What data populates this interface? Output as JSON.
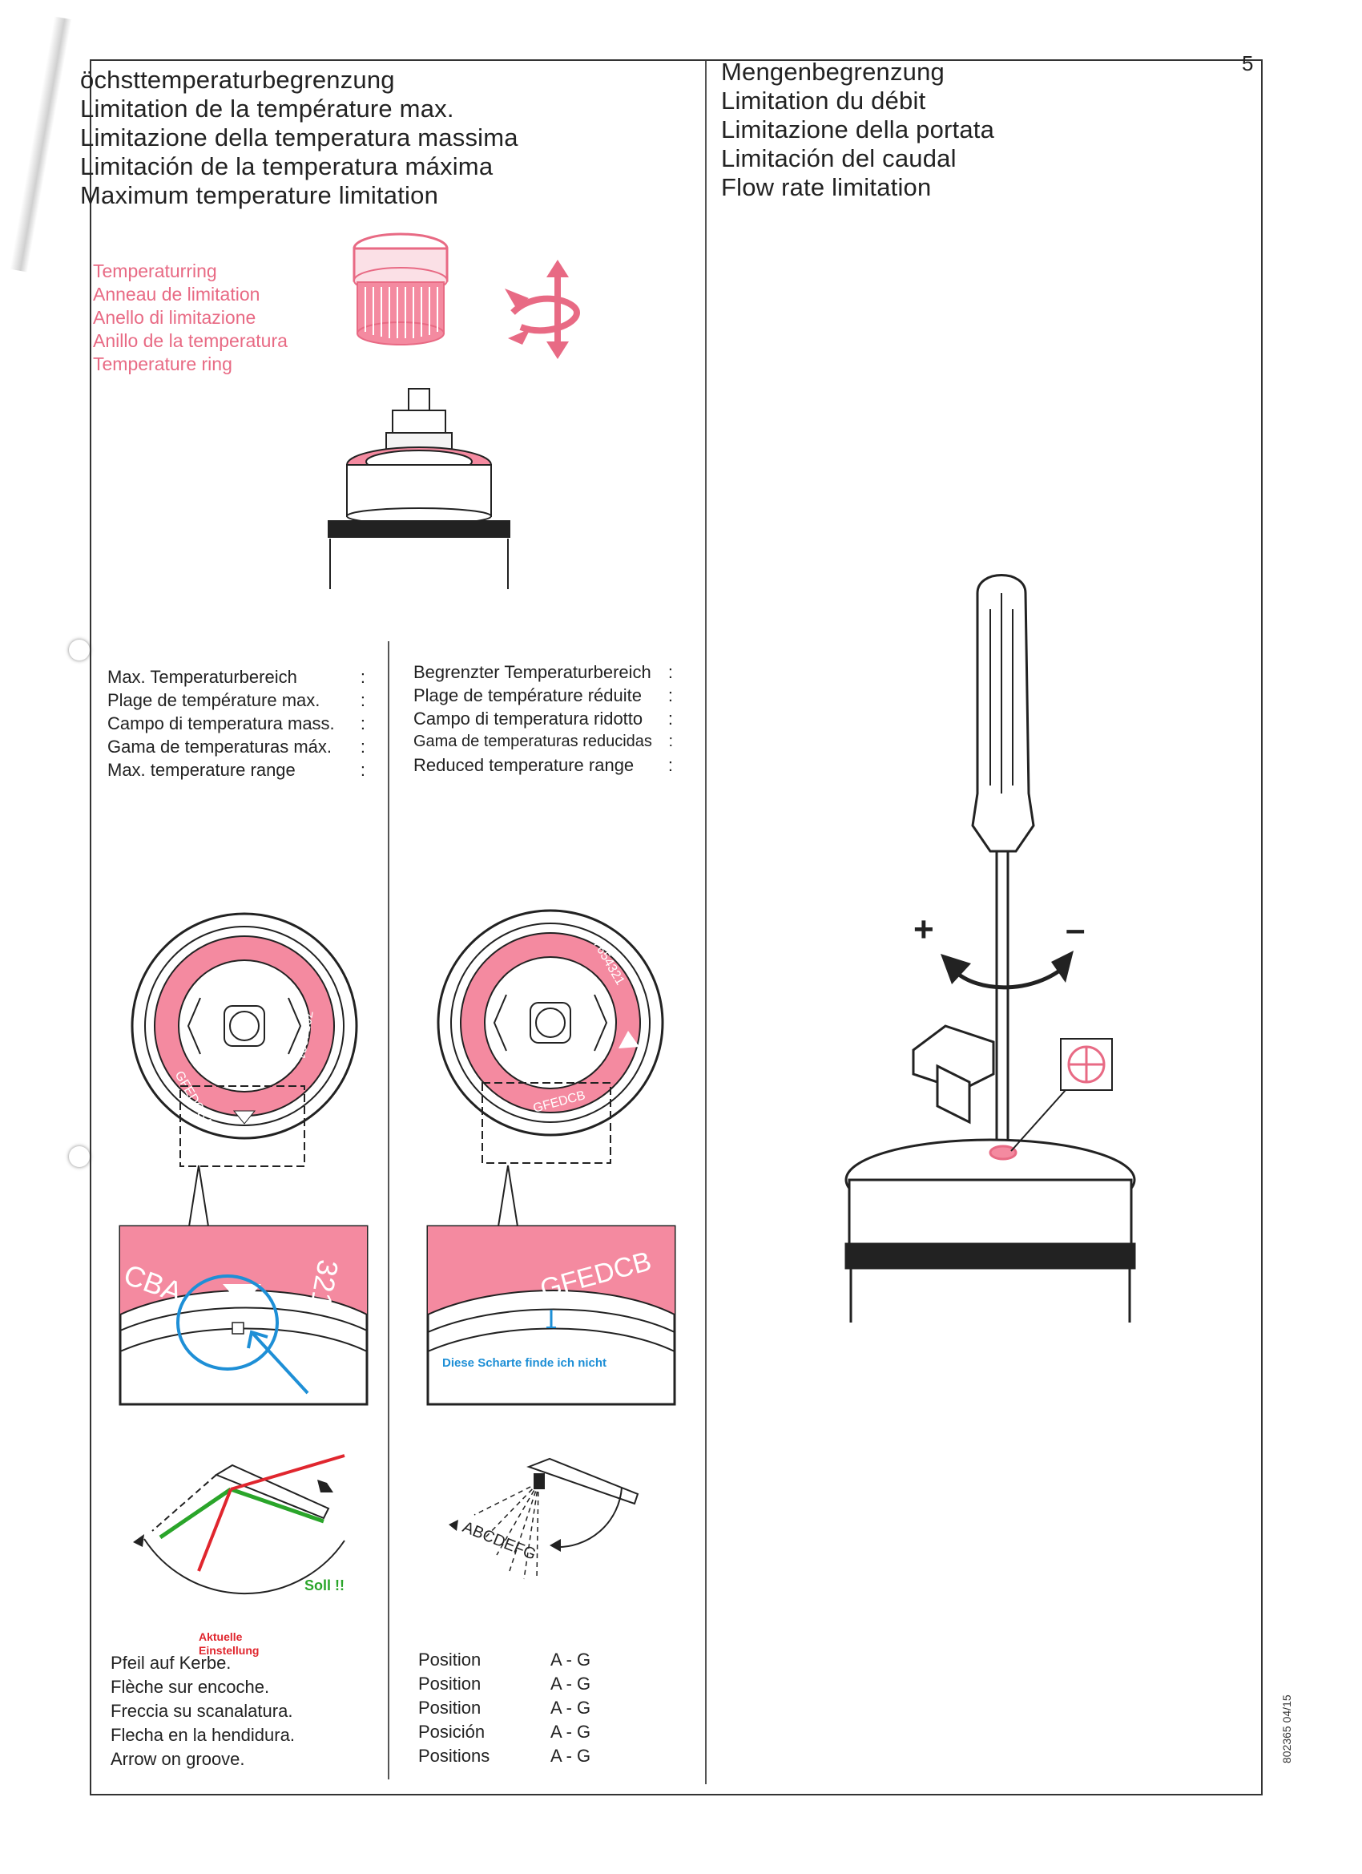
{
  "page_number": "5",
  "left_title": [
    "öchsttemperaturbegrenzung",
    "Limitation de la température max.",
    "Limitazione della temperatura massima",
    "Limitación de la temperatura máxima",
    "Maximum temperature limitation"
  ],
  "right_title": [
    "Mengenbegrenzung",
    "Limitation du débit",
    "Limitazione della portata",
    "Limitación del caudal",
    "Flow rate limitation"
  ],
  "temperature_ring_labels": [
    "Temperaturring",
    "Anneau de limitation",
    "Anello di limitazione",
    "Anillo de  la temperatura",
    "Temperature  ring"
  ],
  "max_range_labels": [
    "Max. Temperaturbereich",
    "Plage de température max.",
    "Campo di temperatura mass.",
    "Gama de temperaturas máx.",
    "Max. temperature range"
  ],
  "reduced_range_labels": [
    "Begrenzter Temperaturbereich",
    "Plage de température réduite",
    "Campo di temperatura ridotto",
    "Gama de temperaturas reducidas",
    "Reduced temperature range"
  ],
  "colon": ":",
  "dial_left": {
    "letters": "GFEDCBA",
    "numbers": "7654321",
    "zoom_letters": "CBA",
    "zoom_numbers": "321"
  },
  "dial_right": {
    "letters": "GFEDCB",
    "numbers": "7654321",
    "zoom_letters": "GFEDCB"
  },
  "flow_signs": {
    "plus": "+",
    "minus": "–"
  },
  "annotations": {
    "actual_setting": [
      "Aktuelle",
      "Einstellung"
    ],
    "target": "Soll !!",
    "notch_not_found": "Diese Scharte finde ich nicht"
  },
  "lever_scale_letters": "ABCDEFG",
  "arrow_on_groove": [
    "Pfeil auf Kerbe.",
    "Flèche sur encoche.",
    "Freccia su scanalatura.",
    "Flecha en la hendidura.",
    "Arrow on groove."
  ],
  "positions": [
    {
      "label": "Position",
      "value": "A - G"
    },
    {
      "label": "Position",
      "value": "A - G"
    },
    {
      "label": "Position",
      "value": "A - G"
    },
    {
      "label": "Posición",
      "value": "A - G"
    },
    {
      "label": "Positions",
      "value": "A - G"
    }
  ],
  "doc_code": "802365 04/15",
  "colors": {
    "ring_pink": "#e86a84",
    "annotation_red": "#e0262e",
    "annotation_green": "#2aa52a",
    "annotation_blue": "#1e8fd6"
  }
}
